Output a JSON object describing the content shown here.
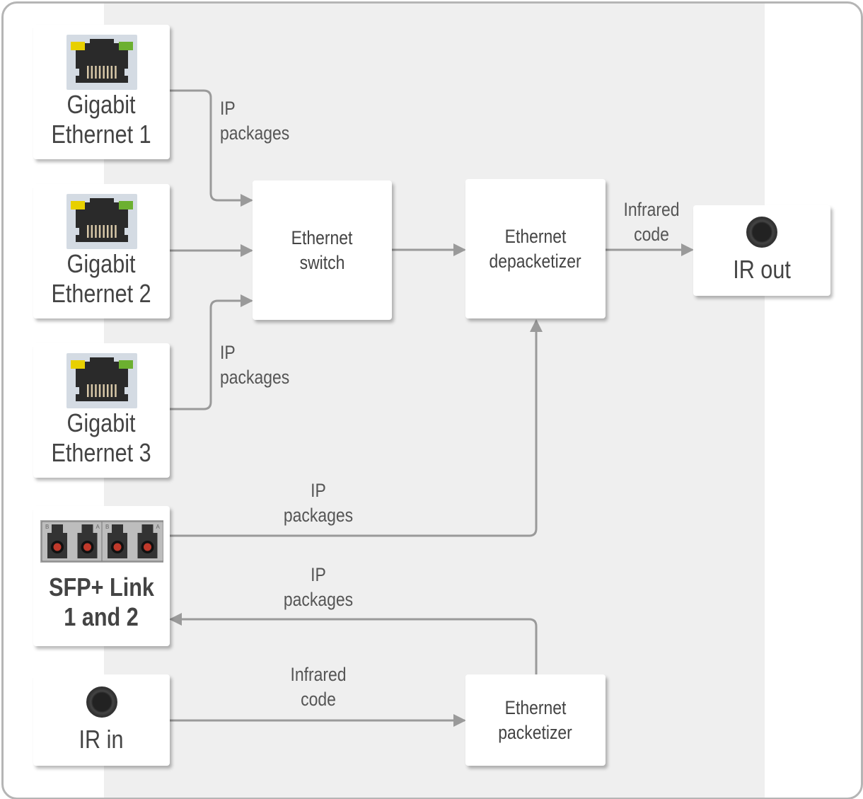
{
  "nodes": {
    "ge1": {
      "line1": "Gigabit",
      "line2": "Ethernet 1",
      "icon": "rj45-port-icon"
    },
    "ge2": {
      "line1": "Gigabit",
      "line2": "Ethernet 2",
      "icon": "rj45-port-icon"
    },
    "ge3": {
      "line1": "Gigabit",
      "line2": "Ethernet 3",
      "icon": "rj45-port-icon"
    },
    "sfp": {
      "line1": "SFP+ Link",
      "line2": "1 and 2",
      "icon": "sfp-port-icon",
      "port_letters": [
        "B",
        "A",
        "B",
        "A"
      ]
    },
    "ir_in": {
      "label": "IR in",
      "icon": "jack-icon"
    },
    "switch": {
      "line1": "Ethernet",
      "line2": "switch"
    },
    "depacketizer": {
      "line1": "Ethernet",
      "line2": "depacketizer"
    },
    "ir_out": {
      "label": "IR out",
      "icon": "jack-icon"
    },
    "packetizer": {
      "line1": "Ethernet",
      "line2": "packetizer"
    }
  },
  "edges": {
    "ge1_switch": {
      "line1": "IP",
      "line2": "packages"
    },
    "ge3_switch": {
      "line1": "IP",
      "line2": "packages"
    },
    "sfp_depack": {
      "line1": "IP",
      "line2": "packages"
    },
    "pack_sfp": {
      "line1": "IP",
      "line2": "packages"
    },
    "irin_pack": {
      "line1": "Infrared",
      "line2": "code"
    },
    "depack_irout": {
      "line1": "Infrared",
      "line2": "code"
    }
  },
  "colors": {
    "arrow": "#9a9a9a",
    "band": "#efefef",
    "led_yellow": "#e8d000",
    "led_green": "#6cb030"
  }
}
